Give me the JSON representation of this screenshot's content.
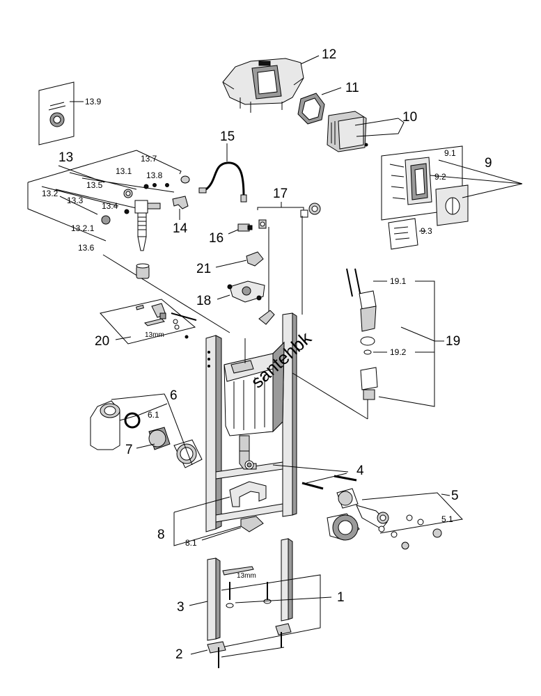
{
  "labels": {
    "l1": "1",
    "l2": "2",
    "l3": "3",
    "l4": "4",
    "l5": "5",
    "l5_1": "5.1",
    "l6": "6",
    "l6_1": "6.1",
    "l7": "7",
    "l8": "8",
    "l8_1": "8.1",
    "l9": "9",
    "l9_1": "9.1",
    "l9_2": "9.2",
    "l9_3": "9.3",
    "l10": "10",
    "l11": "11",
    "l12": "12",
    "l13": "13",
    "l13_1": "13.1",
    "l13_2": "13.2",
    "l13_2_1": "13.2.1",
    "l13_3": "13.3",
    "l13_4": "13.4",
    "l13_5": "13.5",
    "l13_6": "13.6",
    "l13_7": "13.7",
    "l13_8": "13.8",
    "l13_9": "13.9",
    "l14": "14",
    "l15": "15",
    "l16": "16",
    "l17": "17",
    "l18": "18",
    "l19": "19",
    "l19_1": "19.1",
    "l19_2": "19.2",
    "l20": "20",
    "l21": "21",
    "wrench_a": "13mm",
    "wrench_b": "13mm"
  },
  "watermark": "santehbk"
}
